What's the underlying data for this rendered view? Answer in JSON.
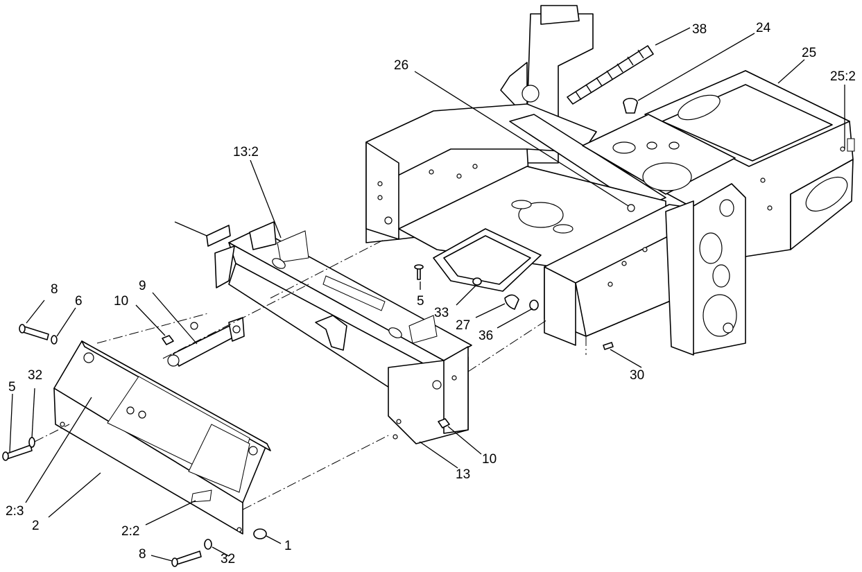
{
  "callouts": {
    "c38": "38",
    "c24": "24",
    "c25": "25",
    "c25_2": "25:2",
    "c26": "26",
    "c13_2": "13:2",
    "c8_top": "8",
    "c6": "6",
    "c10_left": "10",
    "c9": "9",
    "c5_mid": "5",
    "c33": "33",
    "c27": "27",
    "c36": "36",
    "c30": "30",
    "c5_left": "5",
    "c32_left": "32",
    "c10_right": "10",
    "c13": "13",
    "c2_3": "2:3",
    "c2": "2",
    "c2_2": "2:2",
    "c1": "1",
    "c8_bottom": "8",
    "c32_bottom": "32"
  },
  "colors": {
    "line": "#000000",
    "background": "#ffffff"
  }
}
